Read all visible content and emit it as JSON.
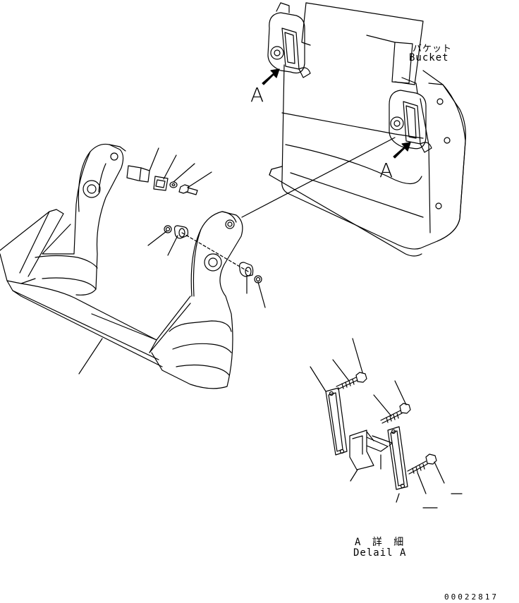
{
  "labels": {
    "bucket_jp": "バケット",
    "bucket_en": "Bucket",
    "view_mark_1": "A",
    "view_mark_2": "A",
    "detail_jp": "A 詳 細",
    "detail_en": "Delail A",
    "drawing_code": "00022817"
  },
  "colors": {
    "line": "#000000",
    "background": "#ffffff"
  }
}
